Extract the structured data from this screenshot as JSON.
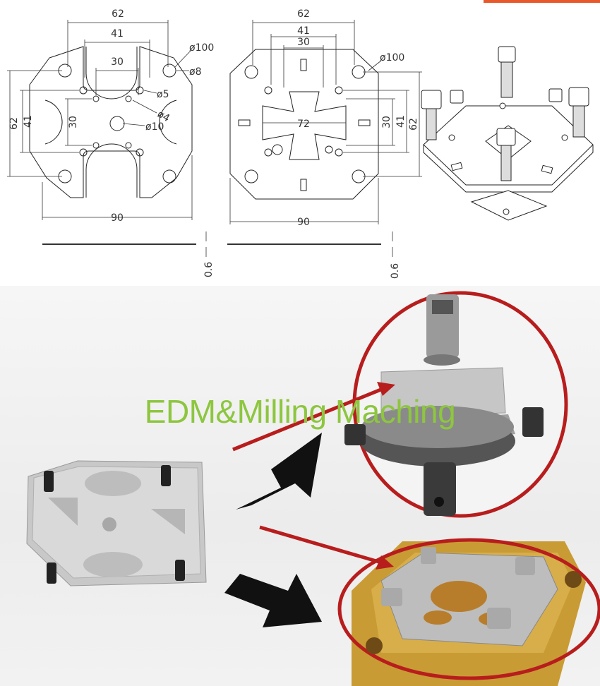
{
  "drawing_left": {
    "dim_62_top": "62",
    "dim_41_top": "41",
    "dim_30_top": "30",
    "dia_100": "ø100",
    "dia_8": "ø8",
    "dia_5": "ø5",
    "dia_4": "ø4",
    "dia_10": "ø10",
    "dim_62_left": "62",
    "dim_41_left": "41",
    "dim_30_left": "30",
    "dim_90": "90",
    "thickness": "0.6"
  },
  "drawing_right": {
    "dim_62_top": "62",
    "dim_41_top": "41",
    "dim_30_top": "30",
    "dia_100": "ø100",
    "dim_72": "72",
    "dim_30_right": "30",
    "dim_41_right": "41",
    "dim_62_right": "62",
    "dim_90": "90",
    "thickness": "0.6"
  },
  "banner_text": "EDM&Milling Maching",
  "colors": {
    "banner": "#8dc63f",
    "highlight_circle": "#b81d1d",
    "arrow": "#111111",
    "accent": "#e8582a"
  }
}
